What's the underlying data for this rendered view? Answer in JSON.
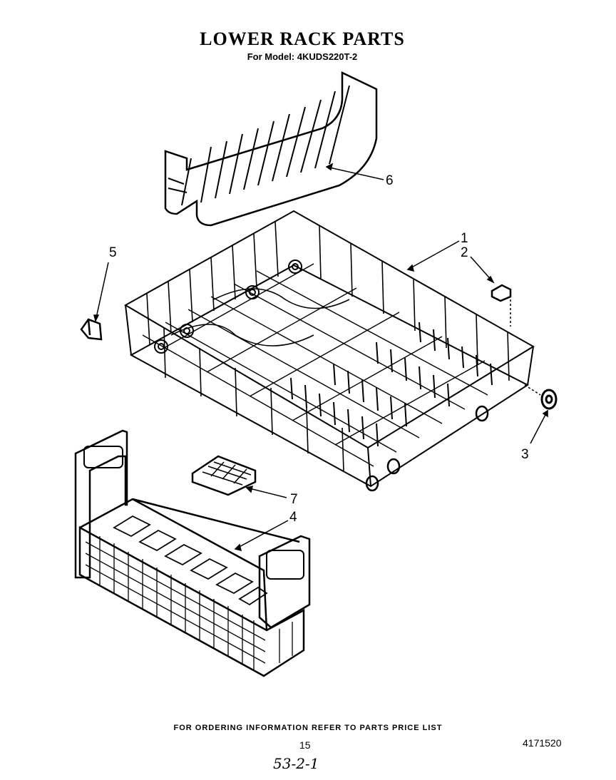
{
  "header": {
    "title": "LOWER RACK PARTS",
    "subtitle": "For Model: 4KUDS220T-2"
  },
  "callouts": [
    "1",
    "2",
    "3",
    "4",
    "5",
    "6",
    "7"
  ],
  "footer": {
    "ordering_note": "FOR ORDERING INFORMATION REFER TO PARTS PRICE LIST",
    "page_number": "15",
    "document_number": "4171520",
    "handwritten_note": "53-2-1"
  }
}
